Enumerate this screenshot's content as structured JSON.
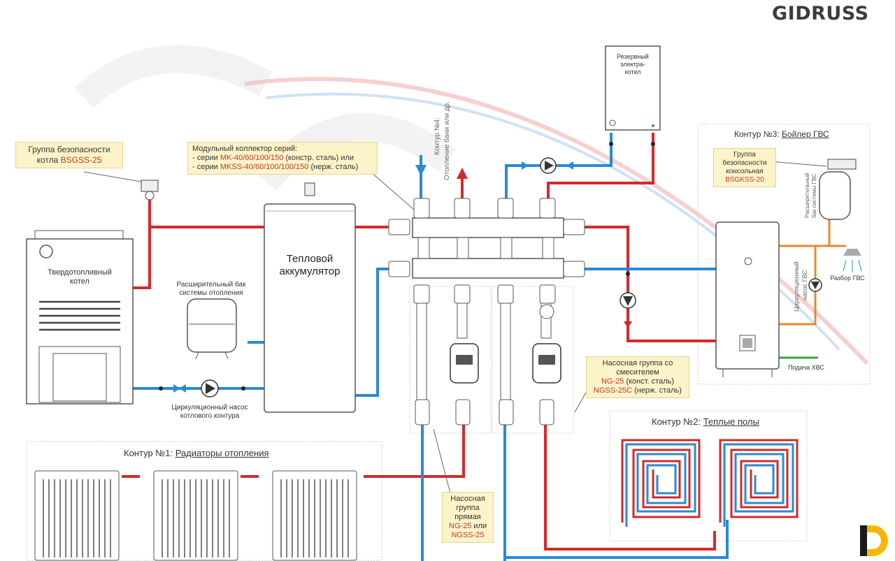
{
  "brand": {
    "logo_text": "GIDRUSS"
  },
  "components": {
    "boiler": "Твердотопливный котел",
    "accumulator_line1": "Тепловой",
    "accumulator_line2": "аккумулятор",
    "expansion_tank_line1": "Расширительный бак",
    "expansion_tank_line2": "системы отопления",
    "circ_pump_line1": "Циркуляционный насос",
    "circ_pump_line2": "котлового контура",
    "reserve_boiler_line1": "Резервный",
    "reserve_boiler_line2": "электра-",
    "reserve_boiler_line3": "котел",
    "dhw_tank_label_line1": "Расширительный",
    "dhw_tank_label_line2": "бак системы ГВС",
    "dhw_pump_line1": "Циркуляционный",
    "dhw_pump_line2": "насос ГВС",
    "dhw_draw": "Разбор ГВС",
    "cold_supply": "Подача ХВС",
    "contour4_line1": "Контур №4:",
    "contour4_line2": "Отопление бани или др."
  },
  "callouts": {
    "safety_group": {
      "line1": "Группа безопасности",
      "line2_prefix": "котла ",
      "line2_code": "BSGSS-25"
    },
    "collector": {
      "line1": "Модульный коллектор серий:",
      "line2_prefix": "- серии ",
      "line2_code": "MK-40/60/100/150",
      "line2_suffix": " (констр. сталь) или",
      "line3_prefix": "- серии ",
      "line3_code": "MKSS-40/60/100/100/150",
      "line3_suffix": " (нерж. сталь)"
    },
    "safety_console": {
      "line1": "Группа",
      "line2": "безопасности",
      "line3": "консольная",
      "code": "BSGKSS-20"
    },
    "mixer_group": {
      "line1": "Насосная группа со",
      "line2": "смесителем",
      "code1": "NG-25",
      "suffix1": " (конст. сталь)",
      "code2": "NGSS-25C",
      "suffix2": " (нерж. сталь)"
    },
    "direct_group": {
      "line1": "Насосная",
      "line2": "группа",
      "line3": "прямая",
      "code1": "NG-25",
      "mid": " или",
      "code2": "NGSS-25"
    }
  },
  "contours": {
    "c1_prefix": "Контур №1: ",
    "c1_name": "Радиаторы отопления",
    "c2_prefix": "Контур №2: ",
    "c2_name": "Теплые полы",
    "c3_prefix": "Контур №3: ",
    "c3_name": "Бойлер ГВС"
  },
  "colors": {
    "hot": "#d42a2a",
    "cold": "#2a8ad4",
    "dhw": "#e8892b",
    "coldwater": "#3aa63a",
    "callout_bg": "#fdf3c9",
    "code": "#c0392b"
  }
}
